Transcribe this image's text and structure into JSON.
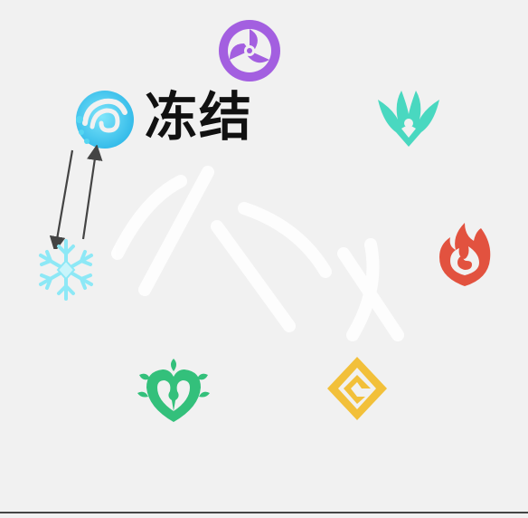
{
  "reaction": {
    "label": "冻结"
  },
  "elements": [
    {
      "name": "hydro",
      "color": "#56d6f2"
    },
    {
      "name": "cryo",
      "color": "#8de8f6"
    },
    {
      "name": "electro",
      "color": "#a35fe0"
    },
    {
      "name": "anemo",
      "color": "#49d8c0"
    },
    {
      "name": "pyro",
      "color": "#e2523f"
    },
    {
      "name": "dendro",
      "color": "#33c07b"
    },
    {
      "name": "geo",
      "color": "#f2c03a"
    }
  ],
  "colors": {
    "background": "#f1f1f1",
    "text": "#111111",
    "arrow": "#444444",
    "watermark": "#ffffff"
  }
}
